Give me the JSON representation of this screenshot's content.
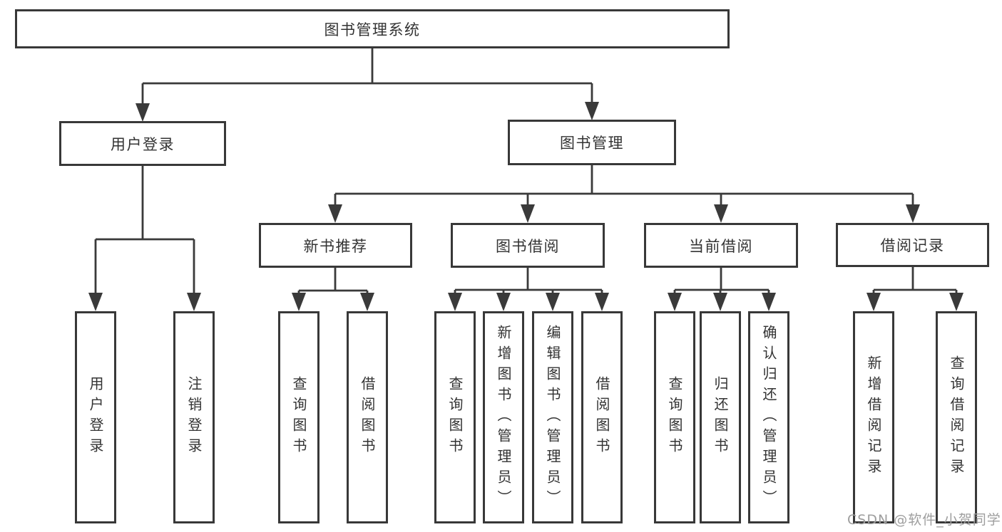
{
  "diagram_title": "图书管理系统",
  "nodes": {
    "root": "图书管理系统",
    "user_login": "用户登录",
    "book_mgmt": "图书管理",
    "new_book_rec": "新书推荐",
    "book_borrow": "图书借阅",
    "current_borrow": "当前借阅",
    "borrow_record": "借阅记录",
    "ul_user_login": "用户登录",
    "ul_logout": "注销登录",
    "nb_query": "查询图书",
    "nb_borrow": "借阅图书",
    "bb_query": "查询图书",
    "bb_add": "新增图书（管理员）",
    "bb_edit": "编辑图书（管理员）",
    "bb_borrow": "借阅图书",
    "cb_query": "查询图书",
    "cb_return": "归还图书",
    "cb_confirm": "确认归还（管理员）",
    "br_add": "新增借阅记录",
    "br_query": "查询借阅记录"
  },
  "hierarchy": {
    "图书管理系统": {
      "用户登录": [
        "用户登录",
        "注销登录"
      ],
      "图书管理": {
        "新书推荐": [
          "查询图书",
          "借阅图书"
        ],
        "图书借阅": [
          "查询图书",
          "新增图书（管理员）",
          "编辑图书（管理员）",
          "借阅图书"
        ],
        "当前借阅": [
          "查询图书",
          "归还图书",
          "确认归还（管理员）"
        ],
        "借阅记录": [
          "新增借阅记录",
          "查询借阅记录"
        ]
      }
    }
  },
  "watermark": {
    "text": "CSDN @软件_小贺同学"
  },
  "colors": {
    "line": "#3a3a3a",
    "box_border": "#383838",
    "text": "#333333",
    "watermark": "#9e9e9e",
    "background": "#ffffff"
  }
}
